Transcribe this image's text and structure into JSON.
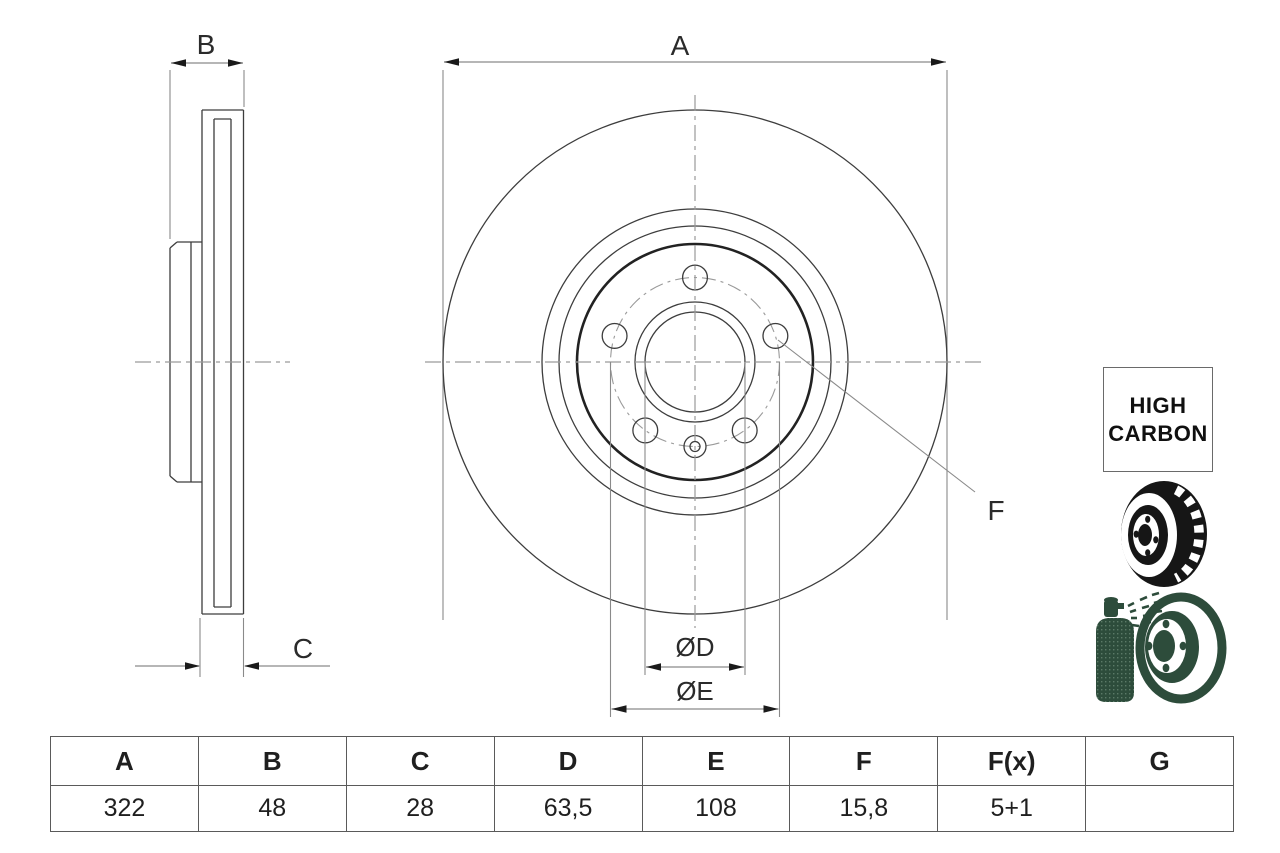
{
  "drawing": {
    "dim_labels": {
      "a": "A",
      "b": "B",
      "c": "C",
      "f": "F",
      "d": "ØD",
      "e": "ØE"
    },
    "badge": {
      "line1": "HIGH",
      "line2": "CARBON"
    },
    "colors": {
      "line": "#3d3d3d",
      "dim_line": "#8a8a8a",
      "icon_black": "#161616",
      "icon_green": "#2d4c3b"
    }
  },
  "table": {
    "headers": [
      "A",
      "B",
      "C",
      "D",
      "E",
      "F",
      "F(x)",
      "G"
    ],
    "values": [
      "322",
      "48",
      "28",
      "63,5",
      "108",
      "15,8",
      "5+1",
      ""
    ]
  }
}
